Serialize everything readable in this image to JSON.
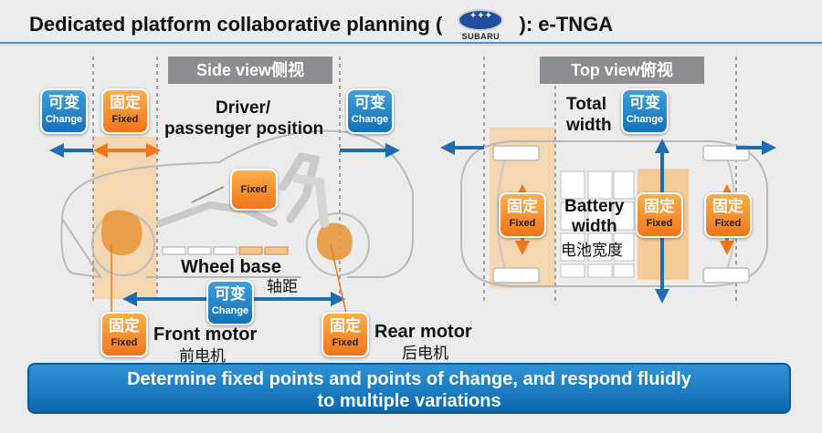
{
  "title": {
    "before": "Dedicated platform collaborative planning (",
    "after": "): e-TNGA",
    "logo_word": "SUBARU"
  },
  "side_view": {
    "header": "Side view侧视",
    "driver_label_1": "Driver/",
    "driver_label_2": "passenger position",
    "wheel_base_en": "Wheel base",
    "wheel_base_zh": "轴距",
    "front_motor_en": "Front motor",
    "front_motor_zh": "前电机",
    "rear_motor_en": "Rear motor",
    "rear_motor_zh": "后电机"
  },
  "top_view": {
    "header": "Top view俯视",
    "total_width_1": "Total",
    "total_width_2": "width",
    "battery_1": "Battery",
    "battery_2": "width",
    "battery_zh": "电池宽度"
  },
  "badge_text": {
    "fixed_zh": "固定",
    "fixed_en": "Fixed",
    "change_zh": "可变",
    "change_en": "Change"
  },
  "footer": {
    "line1": "Determine fixed points and points of change, and respond fluidly",
    "line2": "to multiple variations"
  },
  "colors": {
    "fixed_orange": "#f0761b",
    "change_blue": "#1671b6",
    "header_gray": "#8b8d90",
    "band_tan": "#f6d3a6"
  }
}
